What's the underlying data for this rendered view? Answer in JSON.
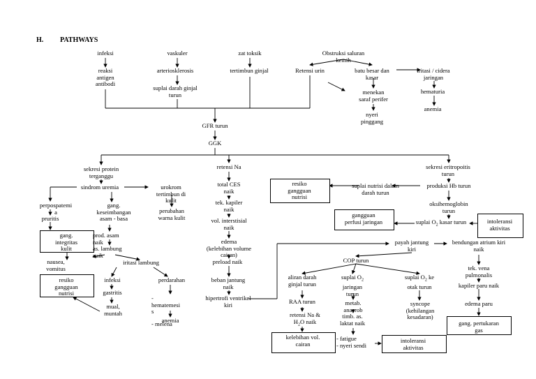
{
  "heading": {
    "number": "H.",
    "title": "PATHWAYS"
  },
  "nodes": {
    "infeksi": "infeksi",
    "vaskuler": "vaskuler",
    "zat_toksik": "zat toksik",
    "obstruksi": "Obstruksi saluran\nkemih",
    "reaksi": "reaksi\nantigen\nantibodi",
    "arteriosklerosis": "arteriosklerosis",
    "tertimbun_ginjal": "tertimbun ginjal",
    "retensi_urin": "Retensi urin",
    "batu_besar": "batu besar dan\nkasar",
    "iritasi_cidera": "iritasi / cidera\njaringan",
    "suplai_darah_ginjal": "suplai darah ginjal\nturun",
    "menekan_saraf": "menekan\nsaraf perifer",
    "hematuria": "hematuria",
    "nyeri_pinggang": "nyeri\npinggang",
    "anemia_top": "anemia",
    "gfr_turun": "GFR turun",
    "ggk": "GGK",
    "sekresi_protein": "sekresi protein\nterganggu",
    "retensi_na": "retensi Na",
    "sekresi_eritropoitis": "sekresi eritropoitis\nturun",
    "sindrom_uremia": "sindrom uremia",
    "urokrom": "urokrom\ntertimbun di\nkulit",
    "perubahan_warna": "perubahan\nwarna kulit",
    "total_ces": "total CES\nnaik",
    "tek_kapiler": "tek. kapiler\nnaik",
    "vol_interstisial": "vol. interstisial\nnaik",
    "edema": "edema\n(kelebihan volume\ncairan)",
    "preload": "preload naik",
    "beban_jantung": "beban jantung\nnaik",
    "hipertrofi": "hipertrofi ventrikel\nkiri",
    "resiko_nutrisi_1": "resiko\ngangguan\nnutrisi",
    "suplai_nutrisi": "suplai nutrisi dalam\ndarah turun",
    "produksi_hb": "produksi Hb turun",
    "oksihemoglobin": "oksihemoglobin\nturun",
    "gangguan_perfusi": "gangguan\nperfusi jaringan",
    "suplai_o2_kasar": "suplai O",
    "suplai_o2_kasar_sub": "2",
    "suplai_o2_kasar_end": " kasar turun",
    "intoleransi_1": "intoleransi\naktivitas",
    "perpospatemia": "perpospatemi\na",
    "pruritis": "pruritis",
    "gang_asam_basa": "gang.\nkeseimbangan\nasam - basa",
    "prod_asam": "prod. asam\nnaik",
    "as_lambung": "as. lambung\nnaik",
    "gang_kulit": "gang.\nintegritas\nkulit",
    "nausea": "nausea,\nvomitus",
    "iritasi_lambung": "iritasi lambung",
    "resiko_nutrisi_2": "resiko\ngangguan\nnutrisi",
    "infeksi_2": "infeksi",
    "gastritis": "gastritis",
    "mual_muntah": "mual,\nmuntah",
    "perdarahan": "perdarahan",
    "hematemesis": "-\nhematemesi\ns",
    "melena": "- melena",
    "anemia_2": "anemia",
    "payah_jantung": "payah jantung\nkiri",
    "bendungan_atrium": "bendungan atrium kiri\nnaik",
    "cop_turun": "COP turun",
    "tek_vena": "tek. vena\npulmonalis",
    "kapiler_paru": "kapiler paru naik",
    "edema_paru": "edema paru",
    "gang_pertukaran": "gang. pertukaran\ngas",
    "aliran_darah_ginjal": "aliran darah\nginjal turun",
    "suplai_o2_jaringan": "suplai O",
    "suplai_o2_jaringan_sub": "2",
    "suplai_o2_jaringan_end": "\njaringan\nturun",
    "suplai_o2_otak": "suplai O",
    "suplai_o2_otak_sub": "2",
    "suplai_o2_otak_end": " ke\notak turun",
    "raa_turun": "RAA turun",
    "metab_anaerob": "metab.\nanaerob",
    "syncope": "syncope\n(kehilangan\nkesadaran)",
    "retensi_na_h2o": "retensi Na &\nH",
    "retensi_na_h2o_sub": "2",
    "retensi_na_h2o_end": "O naik",
    "timb_as_laktat": "timb. as.\nlaktat naik",
    "kelebihan_vol": "kelebihan vol.\ncairan",
    "fatigue": "- fatigue\n- nyeri sendi",
    "intoleransi_2": "intoleransi\naktivitas"
  }
}
